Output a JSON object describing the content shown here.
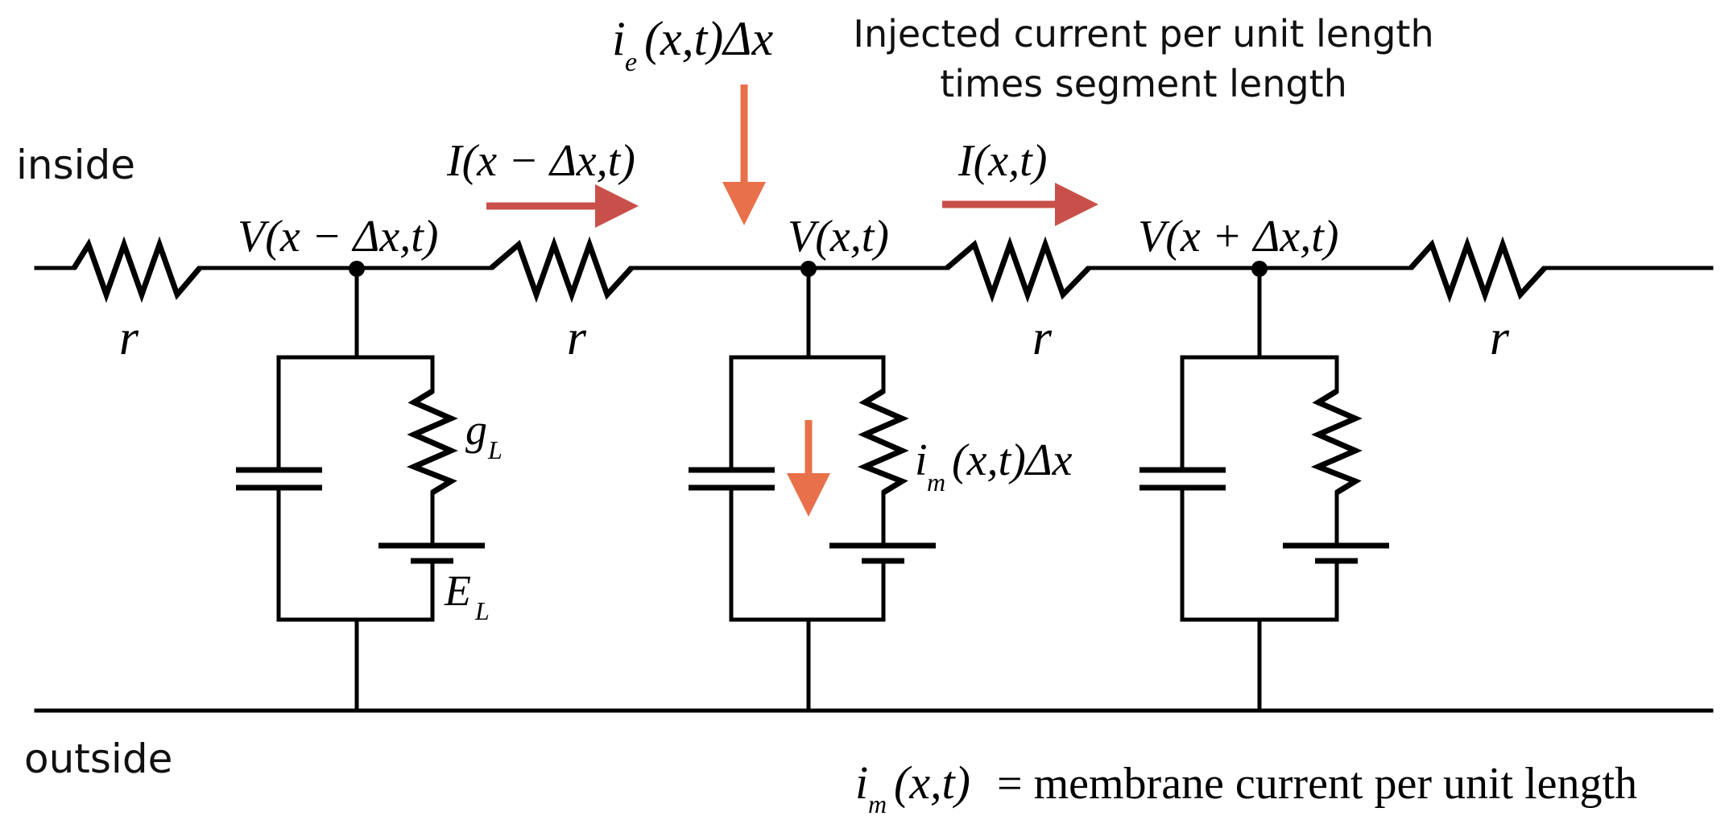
{
  "labels": {
    "inside": "inside",
    "outside": "outside",
    "injected_caption_line1": "Injected current per unit length",
    "injected_caption_line2": "times segment length",
    "membrane_definition": "= membrane current per unit length"
  },
  "math": {
    "resistor": "r",
    "injected_current": "i",
    "injected_current_sub": "e",
    "injected_current_args": "(x,t)Δx",
    "axial_current_left": "I(x − Δx,t)",
    "axial_current_right": "I(x,t)",
    "voltage_left": "V(x − Δx,t)",
    "voltage_center": "V(x,t)",
    "voltage_right": "V(x + Δx,t)",
    "conductance": "g",
    "conductance_sub": "L",
    "reversal": "E",
    "reversal_sub": "L",
    "membrane_current": "i",
    "membrane_current_sub": "m",
    "membrane_current_args": "(x,t)Δx",
    "membrane_def_symbol": "i",
    "membrane_def_sub": "m",
    "membrane_def_args": "(x,t)"
  },
  "colors": {
    "axial_arrow": "#c9504a",
    "current_arrow": "#e8704a",
    "wire": "#000000"
  }
}
